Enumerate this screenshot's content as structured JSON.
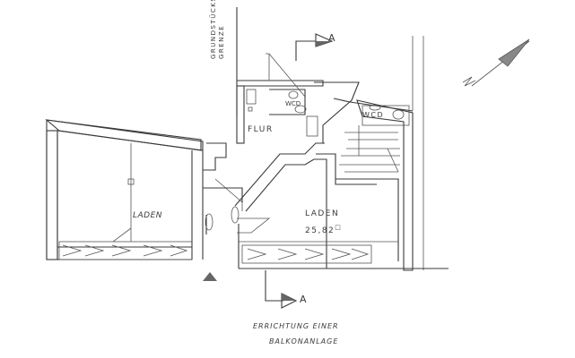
{
  "drawing": {
    "type": "architectural floor plan (ground floor)",
    "labels": {
      "property_line": [
        "GRUNDSTÜCKS-",
        "GRENZE"
      ],
      "hall": "FLUR",
      "wc_left": "WCD",
      "wc_right": "WCD",
      "shop_left": "LADEN",
      "shop_right": "LADEN",
      "shop_right_area": "25,82",
      "shop_right_area_unit": "□",
      "section_top": "A",
      "section_bottom": "A",
      "caption_line1": "ERRICHTUNG EINER",
      "caption_line2": "BALKONANLAGE"
    },
    "icons": [
      "north-arrow-icon",
      "section-marker-icon",
      "entrance-marker-icon"
    ],
    "colors": {
      "ink": "#3a3a3a",
      "paper": "#ffffff",
      "marker_fill": "#666666"
    }
  }
}
